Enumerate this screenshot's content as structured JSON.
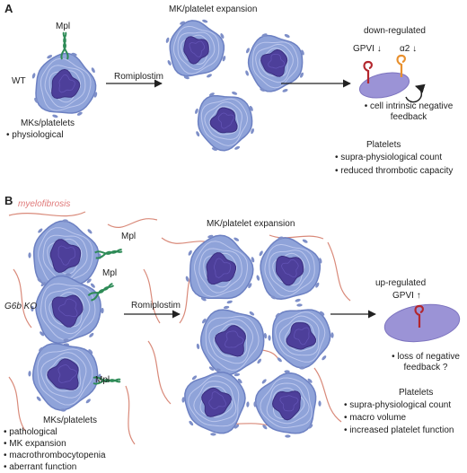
{
  "panels": {
    "a": {
      "letter": "A",
      "top_title": "MK/platelet expansion",
      "mpl_label": "Mpl",
      "wt_label": "WT",
      "arrow_label": "Romiplostim",
      "mk_title": "MKs/platelets",
      "mk_items": [
        "physiological"
      ],
      "regulation": "down-regulated",
      "gpvi": "GPVI",
      "alpha2": "α2",
      "feedback_note": "cell intrinsic negative feedback",
      "platelets_title": "Platelets",
      "platelets_items": [
        "supra-physiological count",
        "reduced thrombotic capacity"
      ]
    },
    "b": {
      "letter": "B",
      "fibrosis_label": "myelofibrosis",
      "top_title": "MK/platelet expansion",
      "mpl_label": "Mpl",
      "ko_label": "G6b KO",
      "arrow_label": "Romiplostim",
      "mk_title": "MKs/platelets",
      "mk_items": [
        "pathological",
        "MK expansion",
        "macrothrombocytopenia",
        "aberrant function"
      ],
      "regulation": "up-regulated",
      "gpvi": "GPVI",
      "feedback_note": "loss of negative feedback ?",
      "platelets_title": "Platelets",
      "platelets_items": [
        "supra-physiological count",
        "macro volume",
        "increased platelet function"
      ]
    }
  },
  "colors": {
    "cell_fill": "#8fa3d9",
    "cell_edge": "#6c80c2",
    "nucleus": "#4d3f9a",
    "mpl": "#2e8b57",
    "gpvi": "#b3262d",
    "alpha2": "#e8902e",
    "fibrosis": "#d98a7a",
    "platelet": "#9b93d6"
  }
}
